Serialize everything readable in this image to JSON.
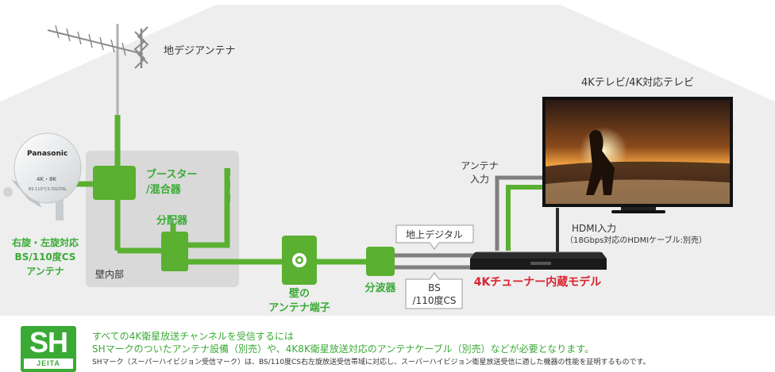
{
  "labels": {
    "terrestrial_antenna": "地デジアンテナ",
    "tv": "4Kテレビ/4K対応テレビ",
    "booster_line1": "ブースター",
    "booster_line2": "/混合器",
    "distributor": "分配器",
    "dish_line1": "右旋・左旋対応",
    "dish_line2": "BS/110度CS",
    "dish_line3": "アンテナ",
    "indoor": "壁内部",
    "wall_terminal_line1": "壁の",
    "wall_terminal_line2": "アンテナ端子",
    "splitter": "分波器",
    "terrestrial_digital": "地上デジタル",
    "bs_line1": "BS",
    "bs_line2": "/110度CS",
    "recorder": "4Kチューナー内蔵モデル",
    "antenna_input_line1": "アンテナ",
    "antenna_input_line2": "入力",
    "hdmi_input": "HDMI入力",
    "hdmi_note": "（18Gbps対応のHDMIケーブル:別売）",
    "dish_brand": "Panasonic",
    "dish_badge": "4K・8K",
    "dish_model": "BS·110°CS DIGITAL"
  },
  "footer": {
    "logo_letters": "SH",
    "logo_sub": "JEITA",
    "line1": "すべての4K衛星放送チャンネルを受信するには",
    "line2": "SHマークのついたアンテナ設備（別売）や、4K8K衛星放送対応のアンテナケーブル（別売）などが必要となります。",
    "note": "SHマーク（スーパーハイビジョン受信マーク）は、BS/110度CS右左旋放送受信帯域に対応し、スーパーハイビジョン衛星放送受信に適した機器の性能を証明するものです。"
  },
  "colors": {
    "cable_green": "#5ab031",
    "label_green": "#3aaa35",
    "recorder_red": "#d9232e",
    "house_gray": "#eeeeee",
    "indoor_gray": "#d9d9d9"
  }
}
